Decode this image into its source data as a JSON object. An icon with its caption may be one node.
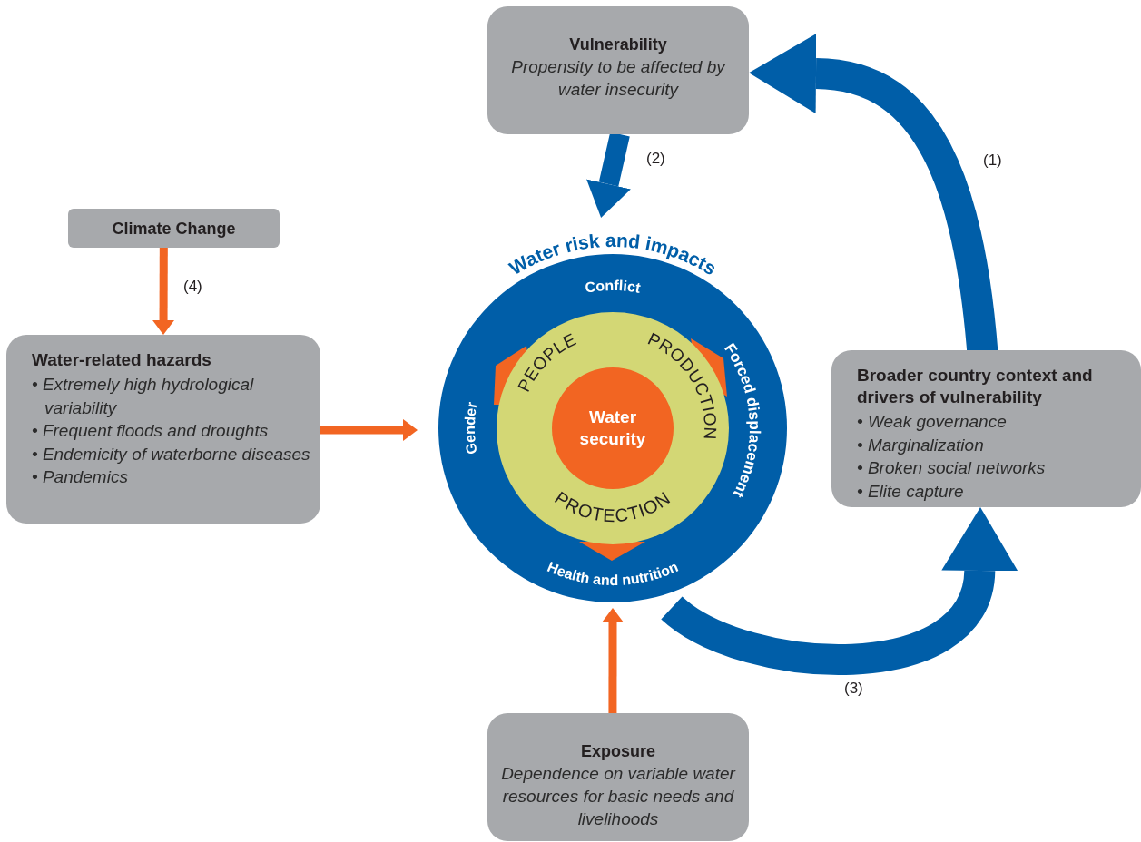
{
  "diagram": {
    "nodes": [
      {
        "text": [
          "Vulnerability",
          "Propensity to be affected by water insecurity"
        ]
      },
      {
        "text": [
          "Climate Change"
        ]
      },
      {
        "text": [
          "Water-related hazards",
          "• Extremely high hydrological variability",
          "• Frequent floods and droughts",
          "• Endemicity of waterborne diseases",
          "• Pandemics"
        ]
      },
      {
        "text": [
          "Water risk and impacts",
          "Conflict",
          "Forced displacement",
          "Health and nutrition",
          "Gender"
        ]
      },
      {
        "text": [
          "PEOPLE",
          "PRODUCTION",
          "PROTECTION"
        ],
        "in": 3
      },
      {
        "text": [
          "Water security"
        ],
        "in": 4
      },
      {
        "text": [
          "Broader country context and drivers of vulnerability",
          "• Weak governance",
          "• Marginalization",
          "• Broken social networks",
          "• Elite capture"
        ]
      },
      {
        "text": [
          "Exposure",
          "Dependence on variable water resources for basic needs and livelihoods"
        ]
      }
    ],
    "edges": [
      {
        "from": 6,
        "to": 0,
        "arrow": "to",
        "label": "(1)",
        "style": "thick"
      },
      {
        "from": 0,
        "to": 3,
        "arrow": "to",
        "label": "(2)",
        "style": "thick"
      },
      {
        "from": 3,
        "to": 6,
        "arrow": "to",
        "label": "(3)",
        "style": "thick"
      },
      {
        "from": 1,
        "to": 2,
        "arrow": "to",
        "label": "(4)",
        "color": "#f26522"
      },
      {
        "from": 2,
        "to": 3,
        "arrow": "to",
        "color": "#f26522"
      },
      {
        "from": 7,
        "to": 3,
        "arrow": "to",
        "color": "#f26522"
      }
    ]
  }
}
